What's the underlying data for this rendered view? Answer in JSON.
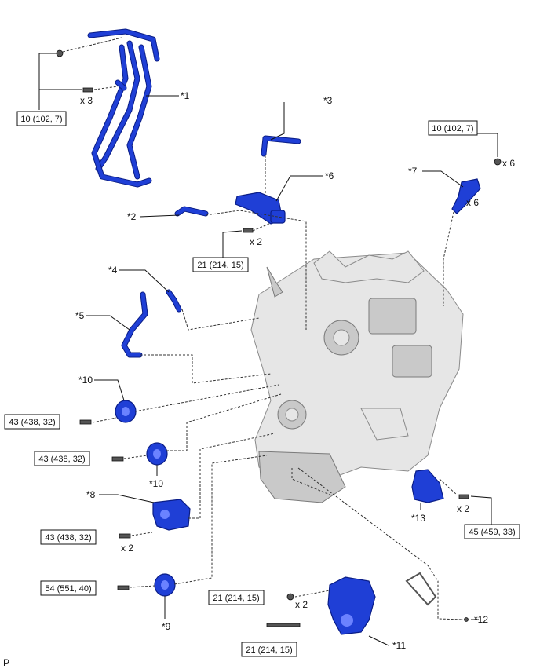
{
  "callouts": {
    "c1": "*1",
    "c2": "*2",
    "c3": "*3",
    "c4": "*4",
    "c5": "*5",
    "c6": "*6",
    "c7": "*7",
    "c8": "*8",
    "c9": "*9",
    "c10a": "*10",
    "c10b": "*10",
    "c11": "*11",
    "c12": "*12",
    "c13": "*13"
  },
  "torque_specs": {
    "t1": "10 (102, 7)",
    "t2": "10 (102, 7)",
    "t3": "21 (214, 15)",
    "t4": "43 (438, 32)",
    "t5": "43 (438, 32)",
    "t6": "43 (438, 32)",
    "t7": "54 (551, 40)",
    "t8": "45 (459, 33)",
    "t9": "21 (214, 15)",
    "t10": "21 (214, 15)"
  },
  "quantities": {
    "q1": "x 3",
    "q2": "x 6",
    "q3": "x 6",
    "q4": "x 2",
    "q5": "x 2",
    "q6": "x 2",
    "q7": "x 2"
  },
  "corner_mark": "P",
  "colors": {
    "part_blue": "#1f3fd6",
    "part_outline": "#0a1d86",
    "engine_gray": "#e6e6e6",
    "line": "#111111"
  }
}
